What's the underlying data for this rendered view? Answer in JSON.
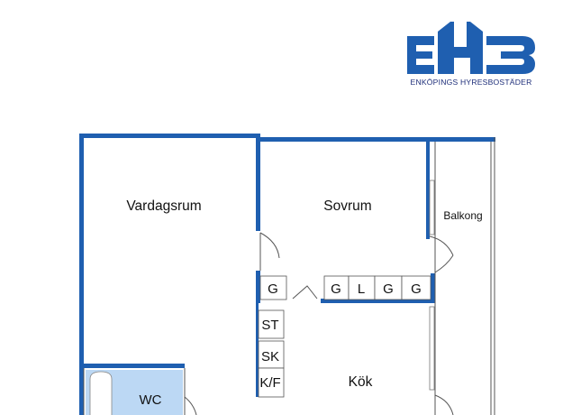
{
  "brand": {
    "name": "ENKÖPINGS HYRESBOSTÄDER",
    "color": "#1f5fb0",
    "text_color": "#1f2f7a"
  },
  "plan": {
    "wall_color": "#1f5fb0",
    "wc_fill": "#bcd8f4",
    "rooms": {
      "vardagsrum": "Vardagsrum",
      "sovrum": "Sovrum",
      "balkong": "Balkong",
      "kok": "Kök",
      "wc": "WC"
    },
    "cabinets": {
      "hall_g": "G",
      "kitchen_row": [
        "G",
        "L",
        "G",
        "G"
      ],
      "st": "ST",
      "sk": "SK",
      "kf": "K/F"
    }
  }
}
